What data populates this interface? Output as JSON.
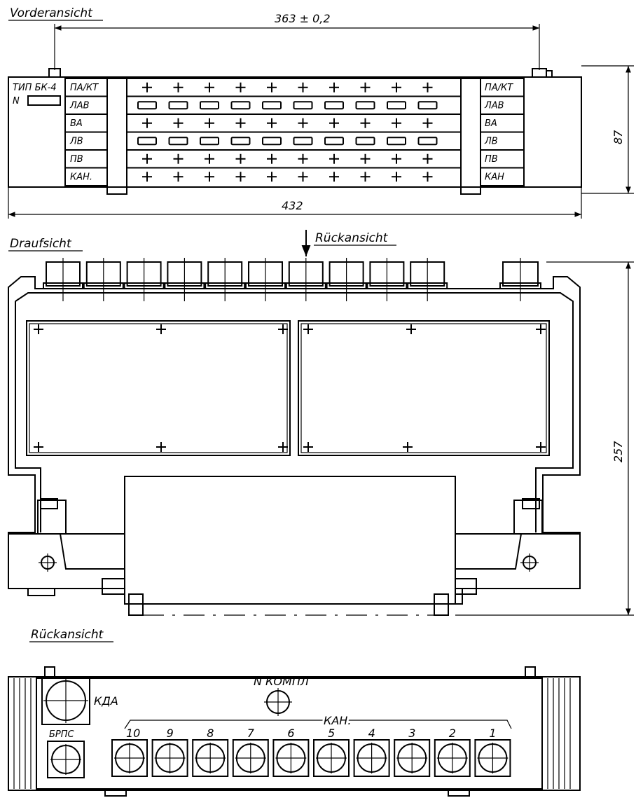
{
  "views": {
    "front": "Vorderansicht",
    "top": "Draufsicht",
    "back_arrow": "Rückansicht",
    "back": "Rückansicht"
  },
  "dimensions": {
    "mount_spacing": "363 ± 0,2",
    "total_width": "432",
    "front_height": "87",
    "depth": "257"
  },
  "front_panel": {
    "type_label": "ТИП  БК-4",
    "serial_label": "N",
    "rows_left": [
      "ПА/КТ",
      "ЛАВ",
      "ВА",
      "ЛВ",
      "ПВ",
      "КАН."
    ],
    "rows_right": [
      "ПА/КТ",
      "ЛАВ",
      "ВА",
      "ЛВ",
      "ПВ",
      "КАН"
    ]
  },
  "back_panel": {
    "kda": "КДА",
    "brps": "БРПС",
    "komp": "N КОМПЛ",
    "kan": "КАН.",
    "channels": [
      "10",
      "9",
      "8",
      "7",
      "6",
      "5",
      "4",
      "3",
      "2",
      "1"
    ]
  }
}
